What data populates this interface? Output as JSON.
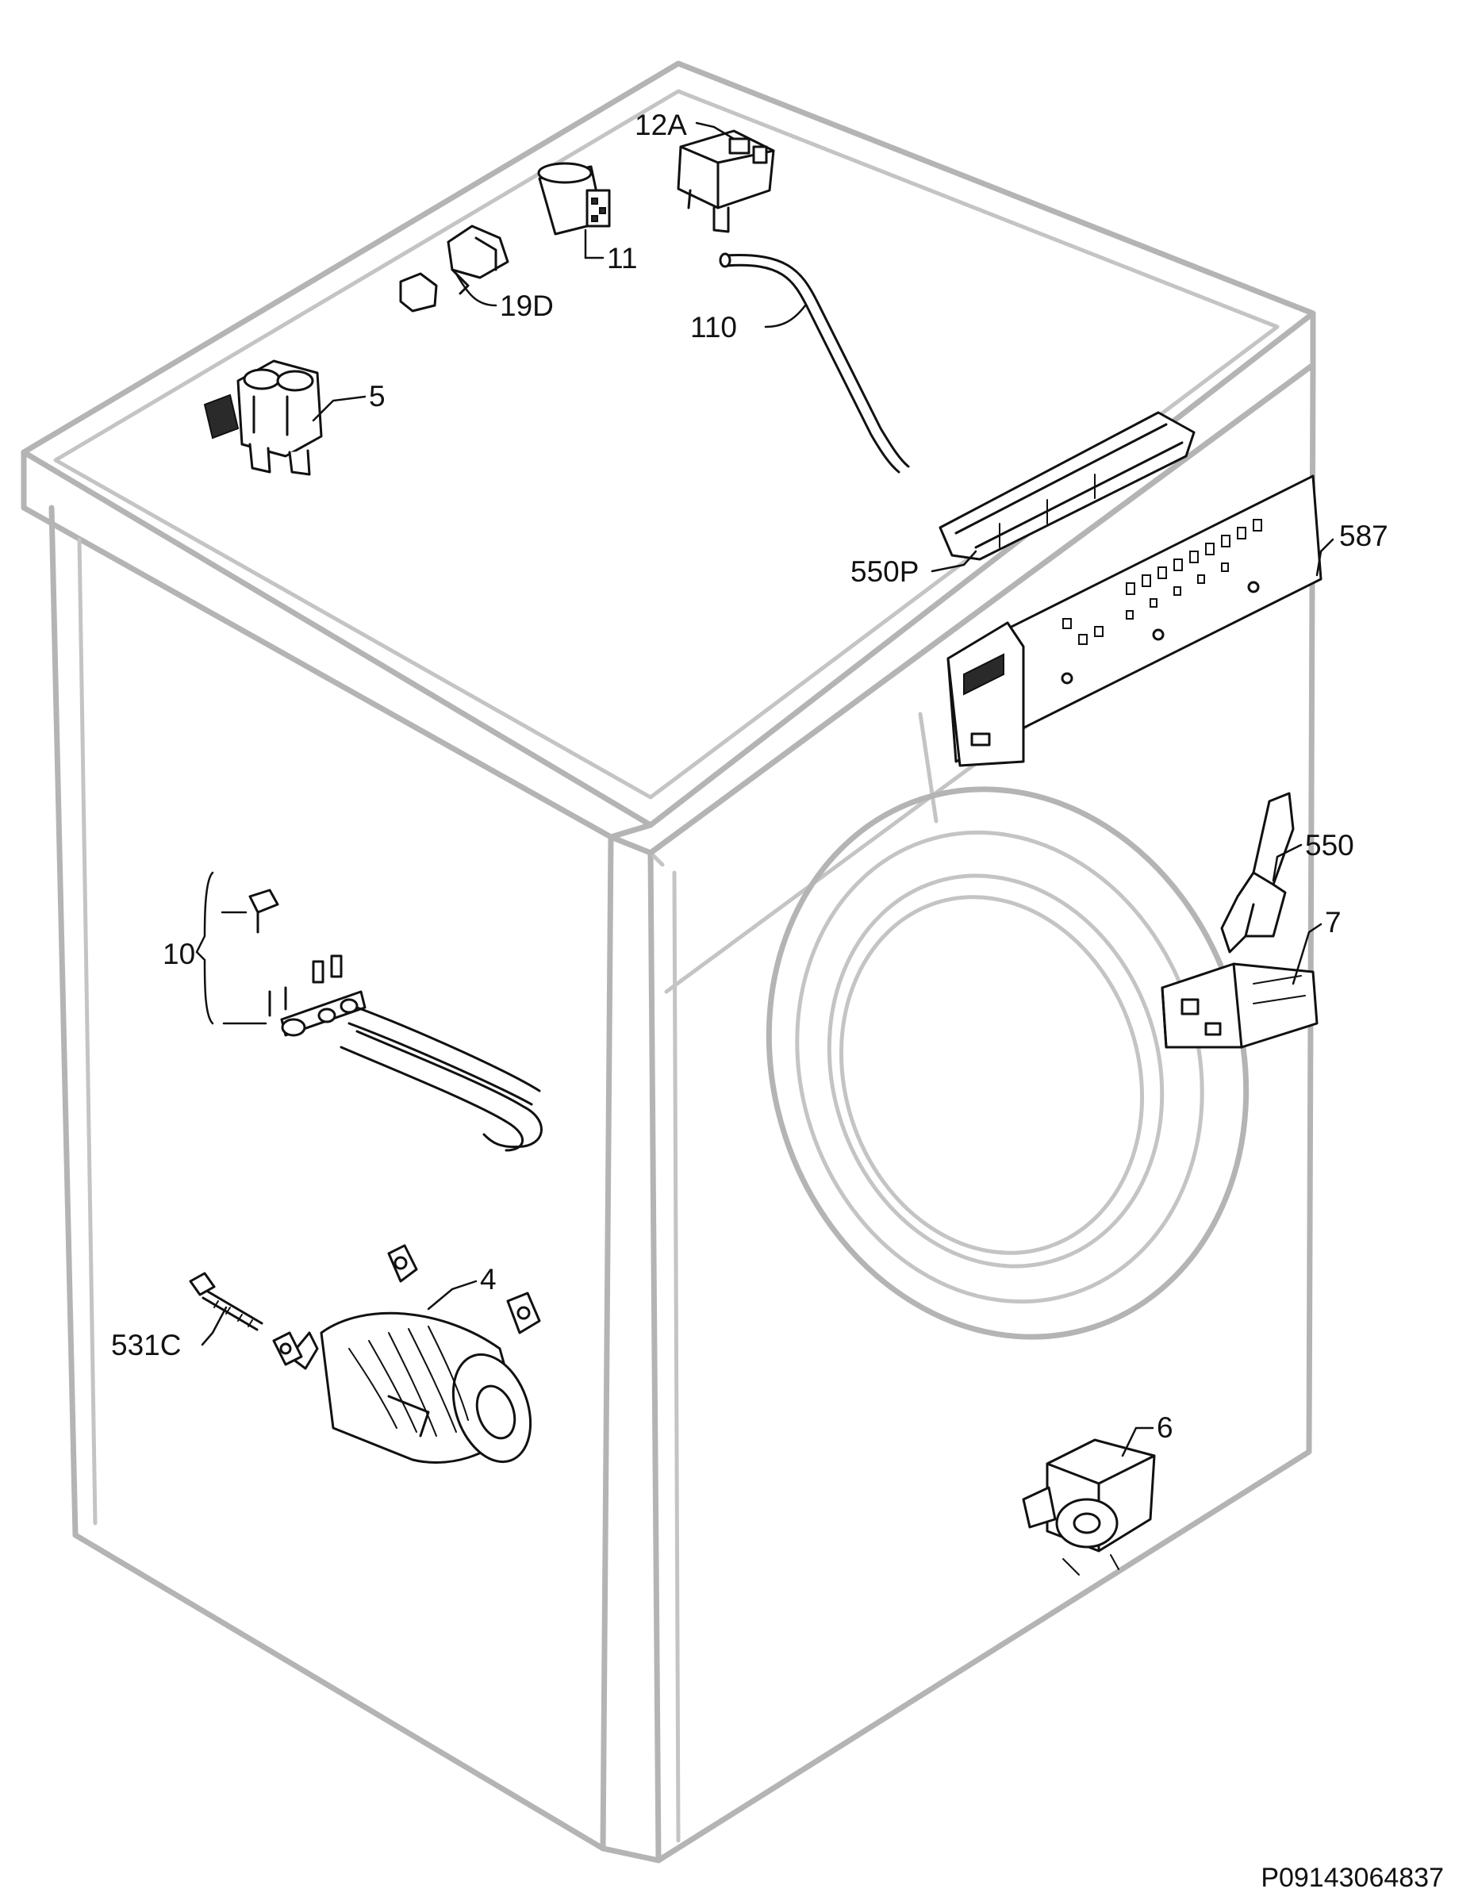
{
  "diagram": {
    "reference_code": "P09143064837",
    "callouts": {
      "c12A": "12A",
      "c11": "11",
      "c19D": "19D",
      "c110": "110",
      "c5": "5",
      "c550P": "550P",
      "c587": "587",
      "c550": "550",
      "c7": "7",
      "c10": "10",
      "c4": "4",
      "c531C": "531C",
      "c6": "6"
    },
    "colors": {
      "cabinet_outline": "#b4b4b4",
      "part_stroke": "#111111"
    }
  }
}
